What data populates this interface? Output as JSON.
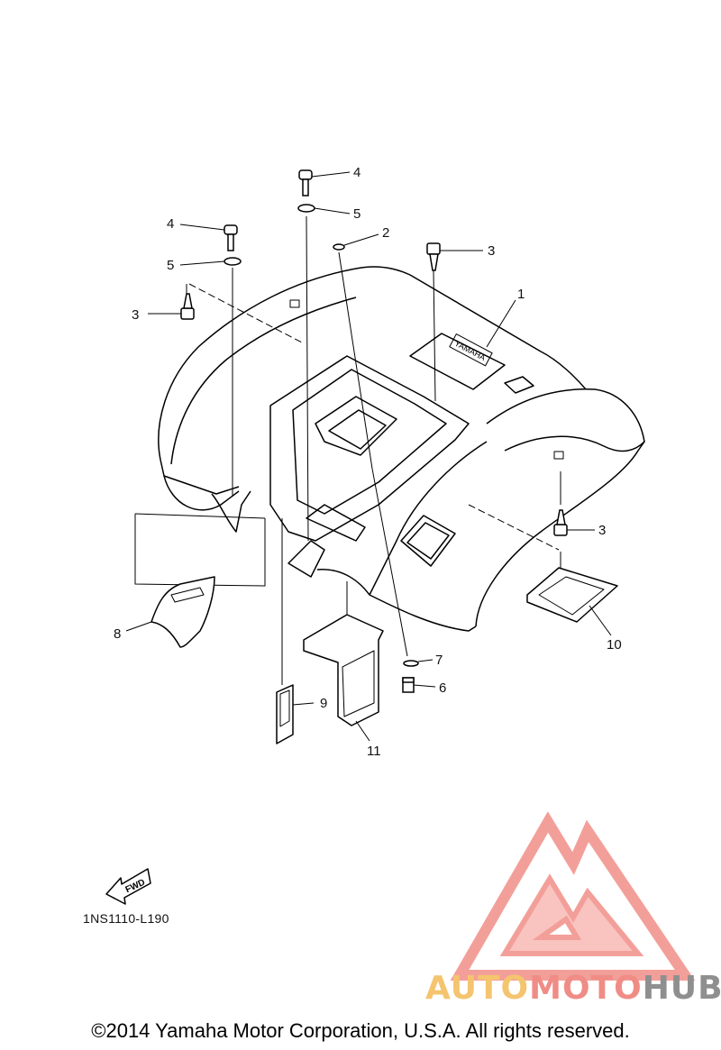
{
  "callouts": {
    "c1": "1",
    "c2": "2",
    "c3a": "3",
    "c3b": "3",
    "c3c": "3",
    "c4a": "4",
    "c4b": "4",
    "c5a": "5",
    "c5b": "5",
    "c6": "6",
    "c7": "7",
    "c8": "8",
    "c9": "9",
    "c10": "10",
    "c11": "11"
  },
  "fwd_label": "FWD",
  "fender_badge": "YAMAHA",
  "diagram_code": "1NS1110-L190",
  "watermark": {
    "part1": "AUTO",
    "part2": "MOTO",
    "part3": "HUB",
    "colors": {
      "auto": "#f5c46e",
      "moto": "#f08c86",
      "hub": "#8f8f8f",
      "logo": "#f07f78"
    }
  },
  "copyright": "©2014 Yamaha Motor Corporation, U.S.A. All rights reserved."
}
